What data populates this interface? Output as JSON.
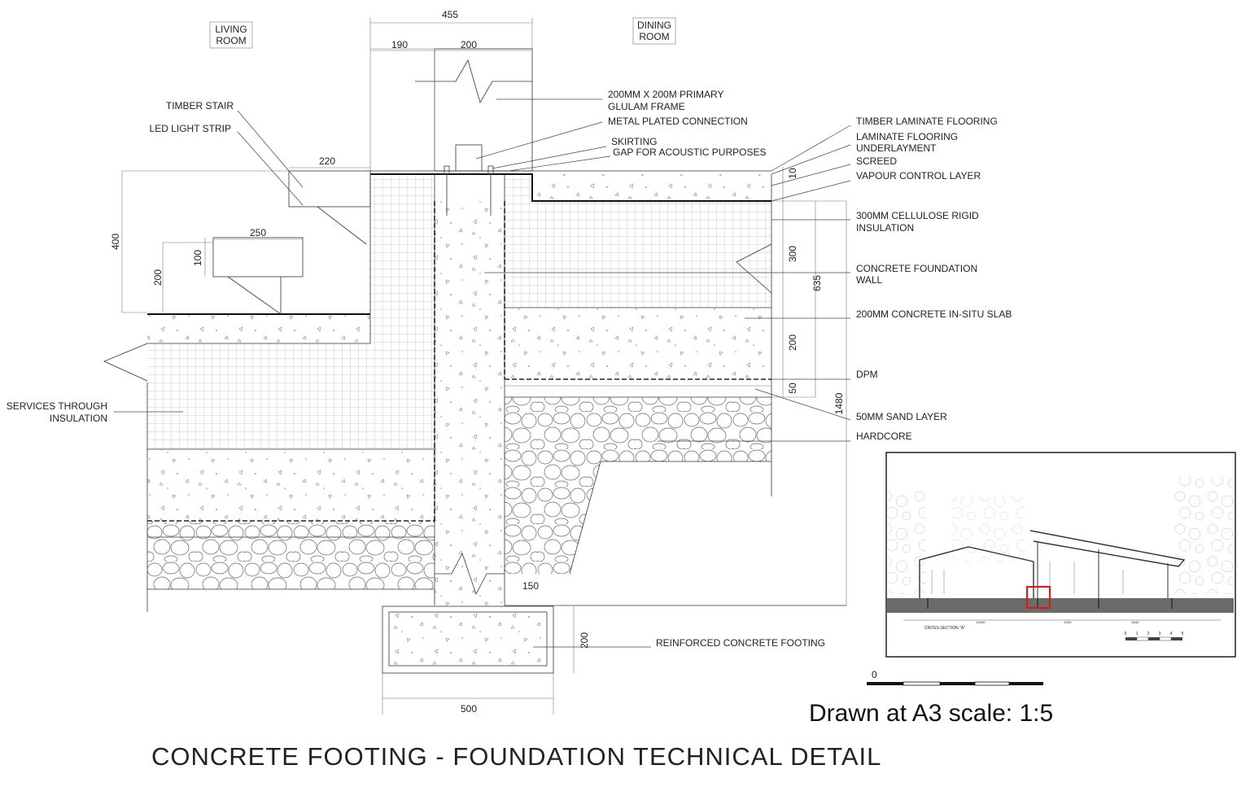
{
  "title": "CONCRETE FOOTING - FOUNDATION TECHNICAL DETAIL",
  "scale_note": "Drawn at A3 scale: 1:5",
  "scale_bar_start": "0",
  "rooms": {
    "living": [
      "LIVING",
      "ROOM"
    ],
    "dining": [
      "DINING",
      "ROOM"
    ]
  },
  "dimensions": {
    "d455": "455",
    "d190": "190",
    "d200_top": "200",
    "d220": "220",
    "d250": "250",
    "d400": "400",
    "d200_left": "200",
    "d100": "100",
    "d10": "10",
    "d300": "300",
    "d635": "635",
    "d200_slab": "200",
    "d50": "50",
    "d1480": "1480",
    "d150": "150",
    "d200_footing": "200",
    "d500": "500"
  },
  "labels": {
    "timber_stair": "TIMBER STAIR",
    "led_strip": "LED LIGHT STRIP",
    "services": [
      "SERVICES THROUGH",
      "INSULATION"
    ],
    "glulam": [
      "200MM X 200M PRIMARY",
      "GLULAM FRAME"
    ],
    "metal_connection": "METAL PLATED CONNECTION",
    "skirting": "SKIRTING",
    "gap": "GAP FOR ACOUSTIC PURPOSES",
    "timber_laminate": "TIMBER LAMINATE FLOORING",
    "underlay": [
      "LAMINATE FLOORING",
      "UNDERLAYMENT"
    ],
    "screed": "SCREED",
    "vcl": "VAPOUR CONTROL LAYER",
    "cellulose": [
      "300MM CELLULOSE RIGID",
      "INSULATION"
    ],
    "foundation_wall": [
      "CONCRETE FOUNDATION",
      "WALL"
    ],
    "slab": "200MM CONCRETE IN-SITU SLAB",
    "dpm": "DPM",
    "sand": "50MM SAND LAYER",
    "hardcore": "HARDCORE",
    "footing": "REINFORCED CONCRETE FOOTING"
  },
  "inset": {
    "section_title": "CROSS-SECTION \"A\"",
    "dims": [
      "10490",
      "5290",
      "6040"
    ],
    "scale_ticks": [
      "0",
      "1",
      "2",
      "3",
      "4",
      "5"
    ],
    "highlight_color": "#d11f1f"
  }
}
